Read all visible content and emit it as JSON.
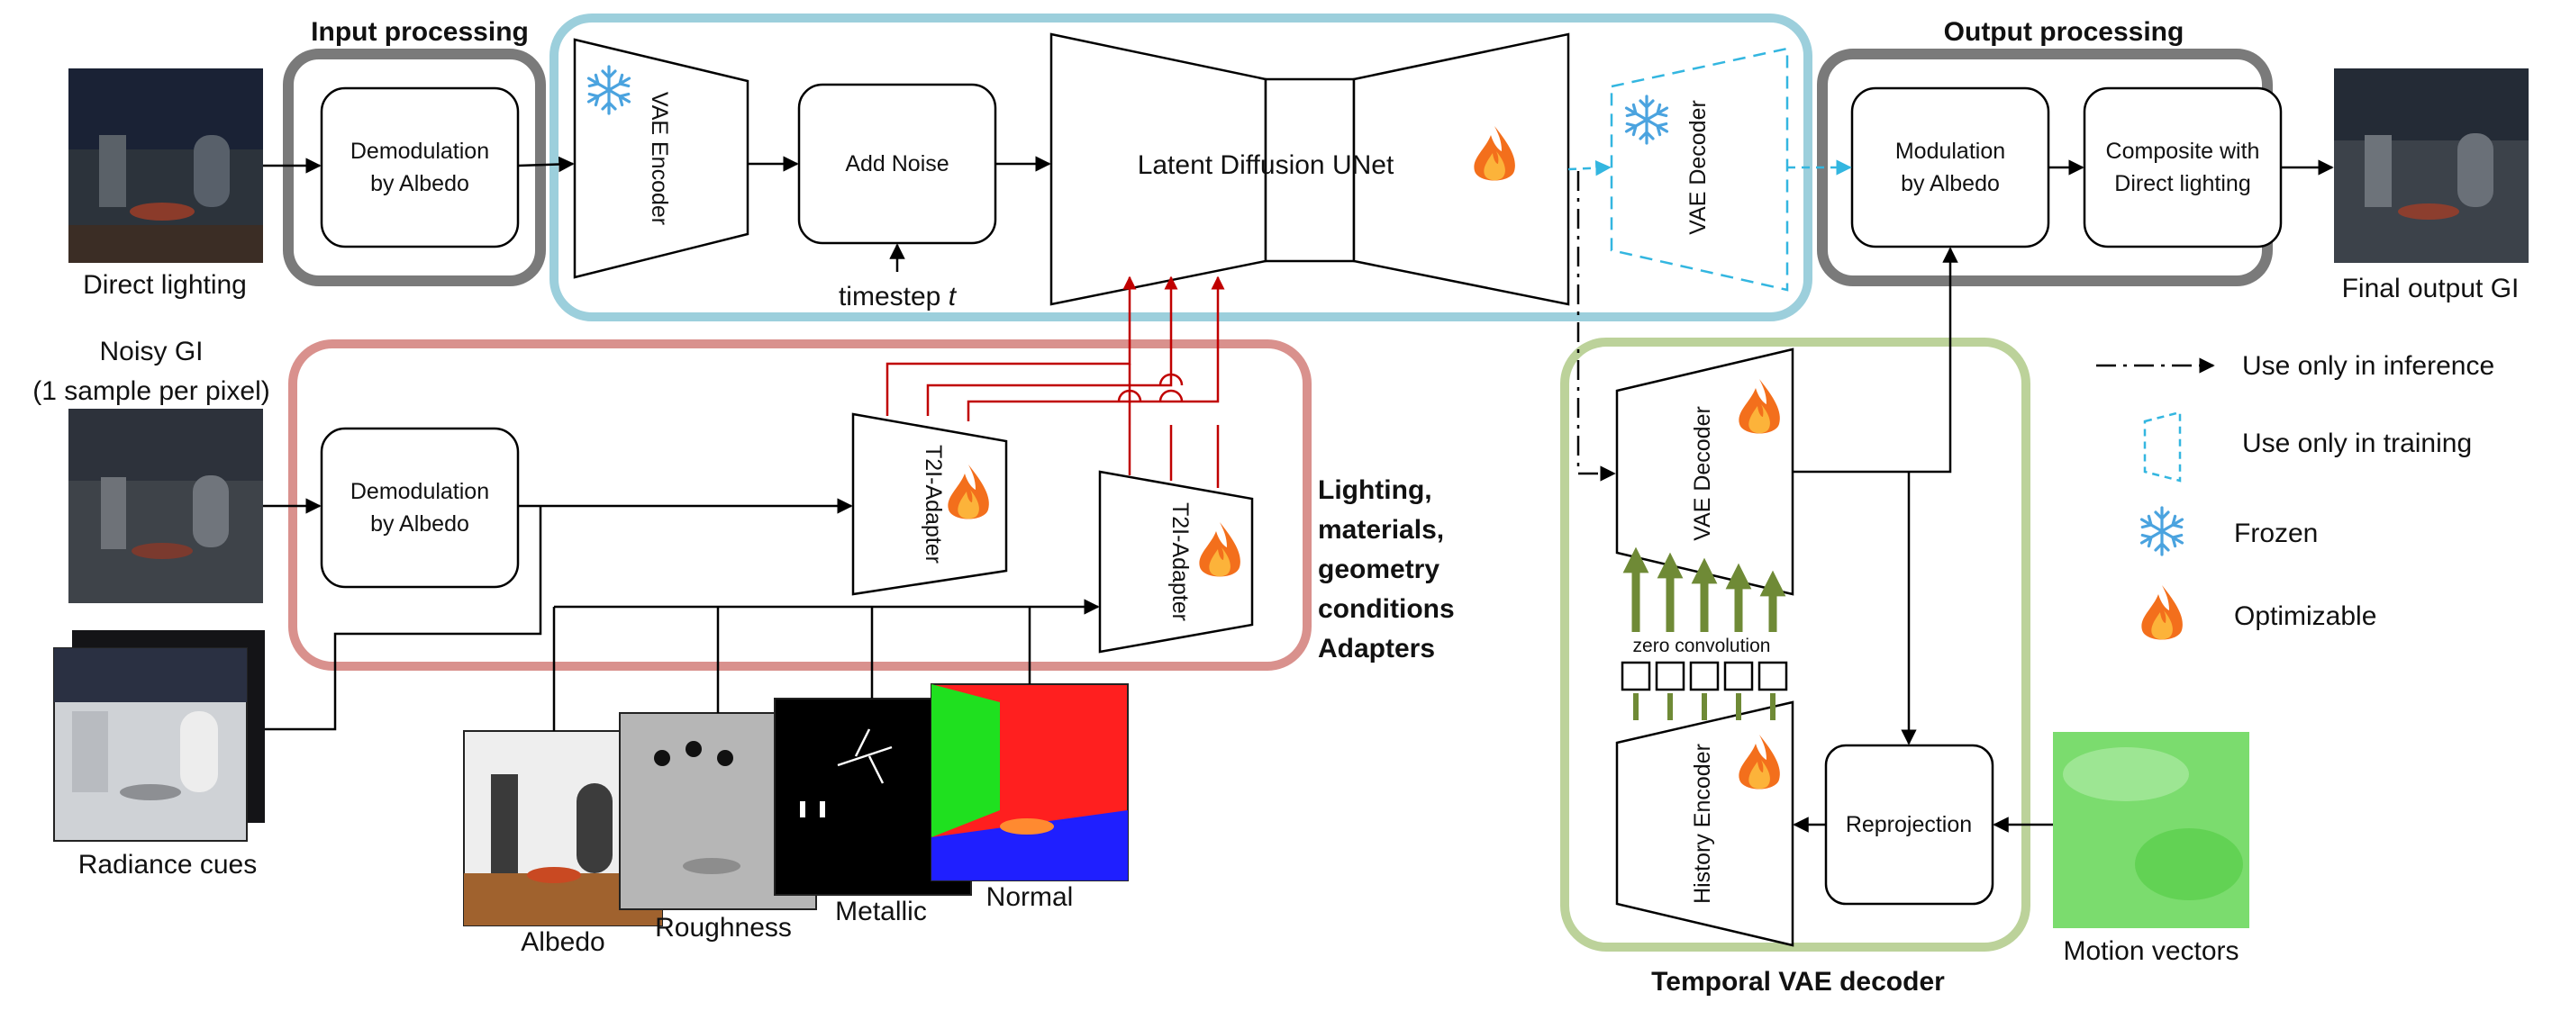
{
  "sections": {
    "input_processing": "Input processing",
    "output_processing": "Output processing",
    "adapters": [
      "Lighting,",
      "materials,",
      "geometry",
      "conditions",
      "Adapters"
    ],
    "temporal": "Temporal VAE decoder"
  },
  "blocks": {
    "demod_top": [
      "Demodulation",
      "by Albedo"
    ],
    "vae_encoder": "VAE Encoder",
    "add_noise": "Add Noise",
    "unet": "Latent Diffusion UNet",
    "vae_decoder_training": "VAE Decoder",
    "modulation": [
      "Modulation",
      "by Albedo"
    ],
    "composite": [
      "Composite with",
      "Direct lighting"
    ],
    "demod_bottom": [
      "Demodulation",
      "by Albedo"
    ],
    "t2i_1": "T2I-Adapter",
    "t2i_2": "T2I-Adapter",
    "vae_decoder_temporal": "VAE Decoder",
    "history_encoder": "History Encoder",
    "reprojection": "Reprojection",
    "zero_conv": "zero convolution"
  },
  "timestep": {
    "text": "timestep ",
    "var": "t"
  },
  "images": {
    "direct_lighting": "Direct lighting",
    "noisy_gi": [
      "Noisy GI",
      "(1 sample per pixel)"
    ],
    "radiance_cues": "Radiance cues",
    "albedo": "Albedo",
    "roughness": "Roughness",
    "metallic": "Metallic",
    "normal": "Normal",
    "final_output": "Final output GI",
    "motion_vectors": "Motion vectors"
  },
  "legend": {
    "inference": "Use only in inference",
    "training": "Use only in training",
    "frozen": "Frozen",
    "optimizable": "Optimizable"
  },
  "colors": {
    "input_box": "#7a7a7a",
    "main_box": "#9ccfdc",
    "adapter_box": "#d9918d",
    "temporal_box": "#bcd29a",
    "arrow_red": "#c00000",
    "arrow_green": "#6f8a36",
    "dashed_blue": "#33b6e0",
    "snowflake": "#4aa3df",
    "flame_outer": "#f36f1c",
    "flame_inner": "#fcb33a"
  }
}
